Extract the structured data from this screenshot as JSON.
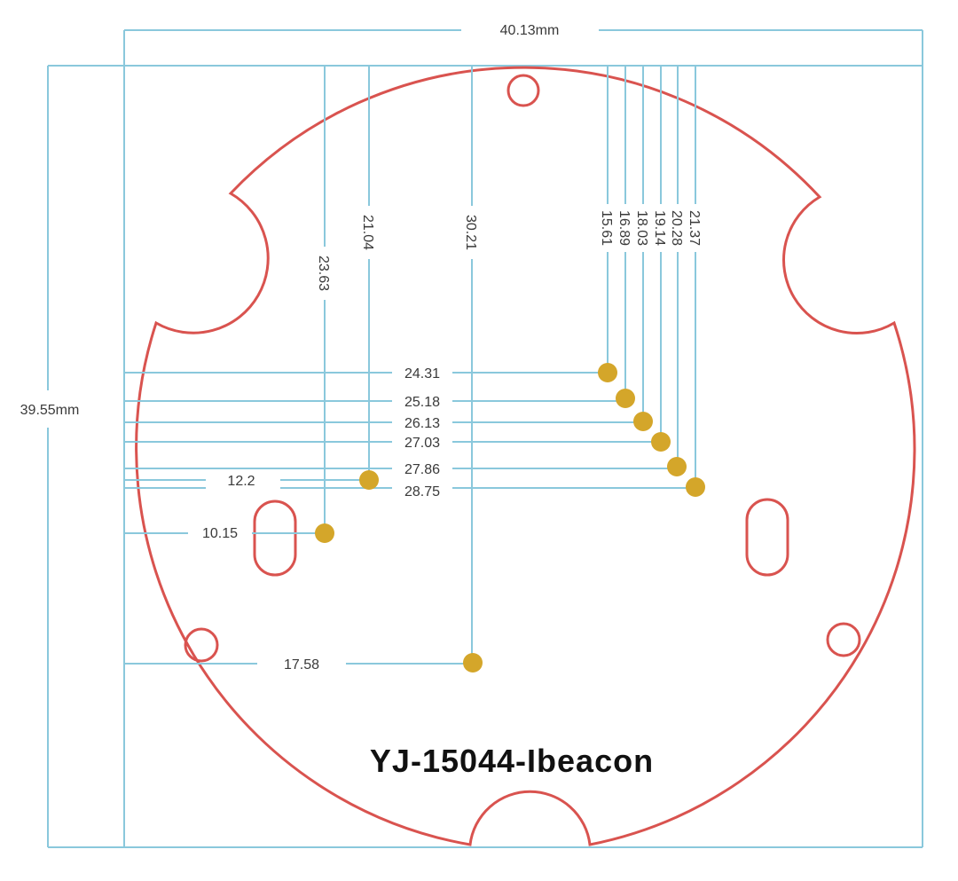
{
  "title": "YJ-15044-Ibeacon",
  "colors": {
    "outline": "#d9534f",
    "dimension": "#8ac8dc",
    "pad": "#d4a62a",
    "text": "#3a3a3a"
  },
  "overall": {
    "width_label": "40.13mm",
    "height_label": "39.55mm"
  },
  "vertical_dims": [
    {
      "id": "v1",
      "label": "23.63"
    },
    {
      "id": "v2",
      "label": "21.04"
    },
    {
      "id": "v3",
      "label": "30.21"
    },
    {
      "id": "v4",
      "label": "15.61"
    },
    {
      "id": "v5",
      "label": "16.89"
    },
    {
      "id": "v6",
      "label": "18.03"
    },
    {
      "id": "v7",
      "label": "19.14"
    },
    {
      "id": "v8",
      "label": "20.28"
    },
    {
      "id": "v9",
      "label": "21.37"
    }
  ],
  "horizontal_dims": [
    {
      "id": "h1",
      "label": "24.31"
    },
    {
      "id": "h2",
      "label": "25.18"
    },
    {
      "id": "h3",
      "label": "26.13"
    },
    {
      "id": "h4",
      "label": "27.03"
    },
    {
      "id": "h5",
      "label": "27.86"
    },
    {
      "id": "h6",
      "label": "28.75"
    },
    {
      "id": "h7",
      "label": "12.2"
    },
    {
      "id": "h8",
      "label": "10.15"
    },
    {
      "id": "h9",
      "label": "17.58"
    }
  ]
}
